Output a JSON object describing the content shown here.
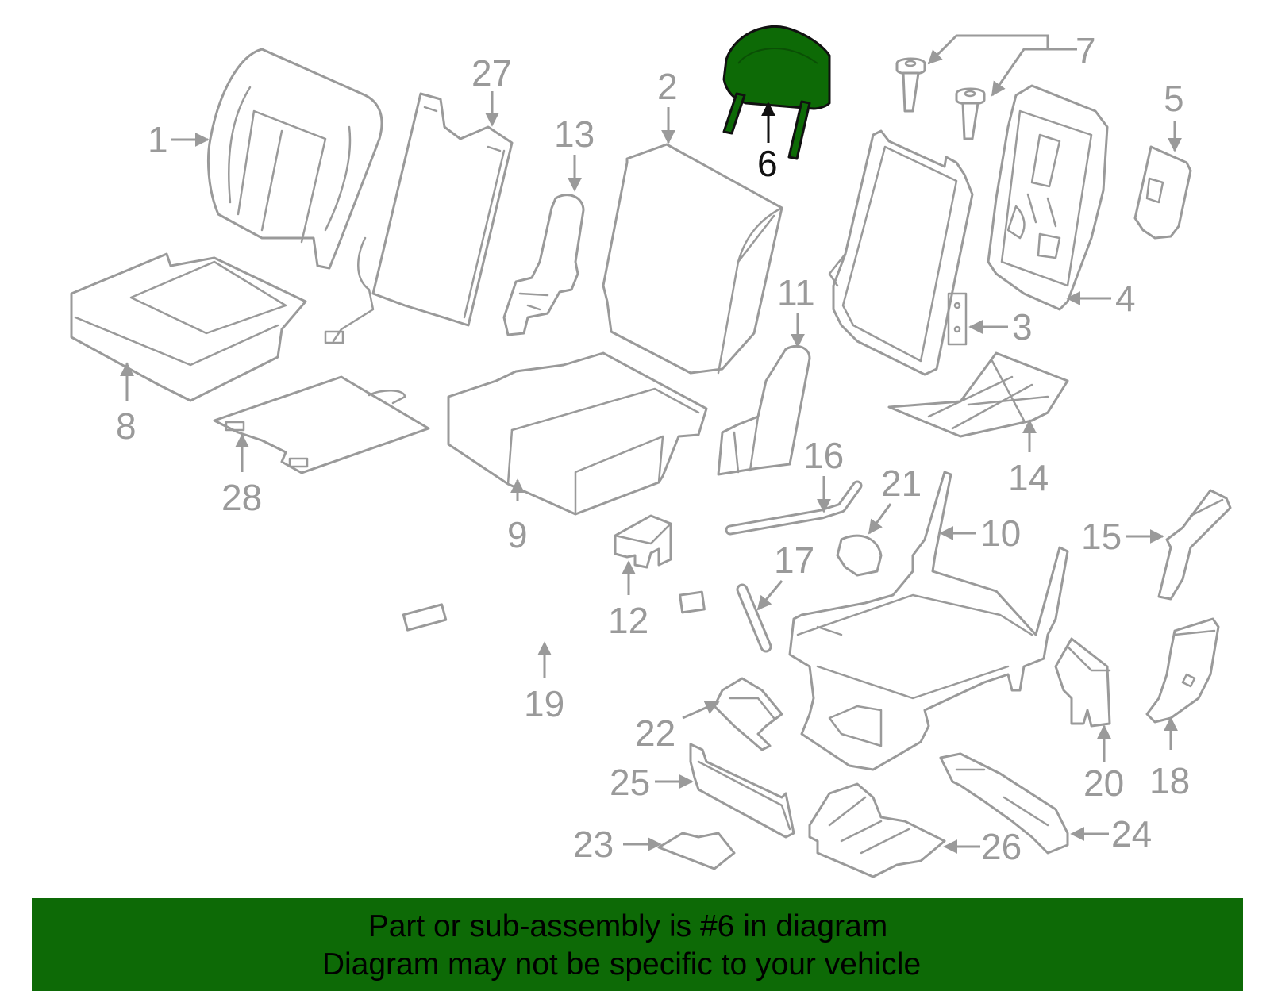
{
  "diagram": {
    "highlighted_part": "6",
    "highlight_color": "#0d6a06",
    "line_color": "#9a9a9a",
    "callouts": [
      "1",
      "2",
      "3",
      "4",
      "5",
      "6",
      "7",
      "8",
      "9",
      "10",
      "11",
      "12",
      "13",
      "14",
      "15",
      "16",
      "17",
      "18",
      "19",
      "20",
      "21",
      "22",
      "23",
      "24",
      "25",
      "26",
      "27",
      "28"
    ]
  },
  "banner": {
    "line1": "Part or sub-assembly is #6 in diagram",
    "line2": "Diagram may not be specific to your vehicle",
    "background": "#0d6a06"
  }
}
